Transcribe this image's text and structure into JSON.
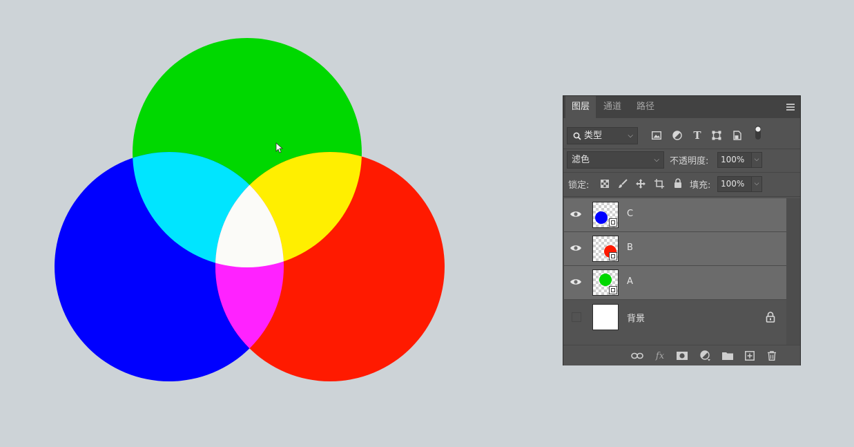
{
  "canvas": {
    "background": "#cdd3d7",
    "layers_colors": {
      "green": "#00d800",
      "blue": "#0000ff",
      "red": "#ff1a00",
      "cyan": "#00e5ff",
      "yellow": "#ffef00",
      "magenta": "#ff22ff",
      "white": "#ffffff"
    }
  },
  "panel": {
    "tabs": [
      {
        "label": "图层",
        "active": true
      },
      {
        "label": "通道",
        "active": false
      },
      {
        "label": "路径",
        "active": false
      }
    ],
    "menu_icon": "panel-menu-icon",
    "filter": {
      "kind_label": "类型",
      "search_icon": "search-icon",
      "icons": [
        "image-filter-icon",
        "adjustment-filter-icon",
        "type-filter-icon",
        "shape-filter-icon",
        "smart-object-filter-icon",
        "filter-toggle-icon"
      ]
    },
    "blend": {
      "mode": "滤色",
      "opacity_label": "不透明度:",
      "opacity_value": "100%"
    },
    "lock": {
      "label": "锁定:",
      "icons": [
        "lock-transparent-icon",
        "lock-image-icon",
        "lock-position-icon",
        "lock-artboard-icon",
        "lock-all-icon"
      ],
      "fill_label": "填充:",
      "fill_value": "100%"
    },
    "layers": [
      {
        "name": "C",
        "visible": true,
        "selected": true,
        "thumb_color": "#0000ff",
        "smart_object": true
      },
      {
        "name": "B",
        "visible": true,
        "selected": true,
        "thumb_color": "#ff1a00",
        "smart_object": true
      },
      {
        "name": "A",
        "visible": true,
        "selected": true,
        "thumb_color": "#00d800",
        "smart_object": true
      },
      {
        "name": "背景",
        "visible": false,
        "selected": false,
        "thumb_color": "#ffffff",
        "locked": true
      }
    ],
    "footer_icons": [
      "link-layers-icon",
      "fx-icon",
      "layer-mask-icon",
      "adjustment-layer-icon",
      "group-folder-icon",
      "new-layer-icon",
      "delete-icon"
    ]
  }
}
